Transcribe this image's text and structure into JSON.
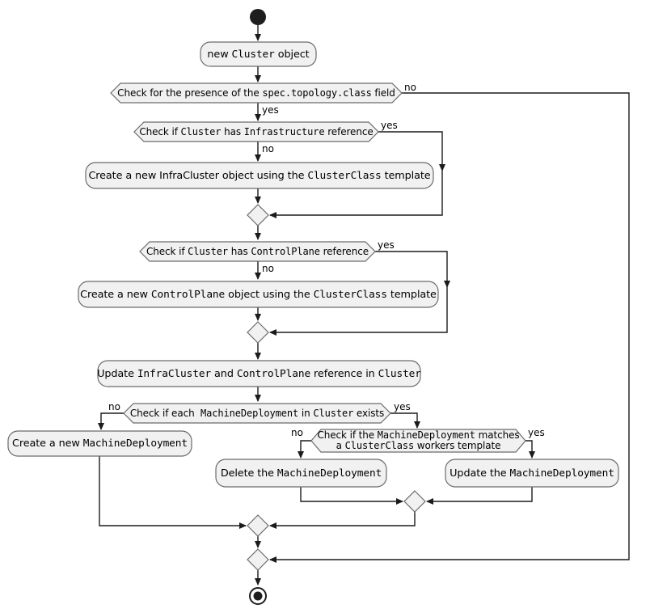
{
  "palette": {
    "background": "#ffffff",
    "node_fill": "#f1f1f1",
    "node_border": "#6b6b6b",
    "line": "#1b1b1b",
    "text": "#000000"
  },
  "nodes": {
    "new_cluster": {
      "segs": [
        {
          "t": "new "
        },
        {
          "t": "Cluster",
          "mono": true
        },
        {
          "t": " object"
        }
      ]
    },
    "create_infra": {
      "segs": [
        {
          "t": "Create a new InfraCluster object using the "
        },
        {
          "t": "ClusterClass",
          "mono": true
        },
        {
          "t": " template"
        }
      ]
    },
    "create_cp": {
      "segs": [
        {
          "t": "Create a new "
        },
        {
          "t": "ControlPlane",
          "mono": true
        },
        {
          "t": " object using the "
        },
        {
          "t": "ClusterClass",
          "mono": true
        },
        {
          "t": " template"
        }
      ]
    },
    "update_refs": {
      "segs": [
        {
          "t": "Update "
        },
        {
          "t": "InfraCluster",
          "mono": true
        },
        {
          "t": " and "
        },
        {
          "t": "ControlPlane",
          "mono": true
        },
        {
          "t": " reference in "
        },
        {
          "t": "Cluster",
          "mono": true
        }
      ]
    },
    "create_md": {
      "segs": [
        {
          "t": "Create a new "
        },
        {
          "t": "MachineDeployment",
          "mono": true
        }
      ]
    },
    "delete_md": {
      "segs": [
        {
          "t": "Delete the "
        },
        {
          "t": "MachineDeployment",
          "mono": true
        }
      ]
    },
    "update_md": {
      "segs": [
        {
          "t": "Update the "
        },
        {
          "t": "MachineDeployment",
          "mono": true
        }
      ]
    }
  },
  "decisions": {
    "topology": {
      "segs": [
        {
          "t": "Check for the presence of the "
        },
        {
          "t": "spec.topology.class",
          "mono": true
        },
        {
          "t": " field"
        }
      ],
      "no": "no",
      "yes": "yes"
    },
    "infra_ref": {
      "segs": [
        {
          "t": "Check if "
        },
        {
          "t": "Cluster",
          "mono": true
        },
        {
          "t": " has "
        },
        {
          "t": "Infrastructure",
          "mono": true
        },
        {
          "t": " reference"
        }
      ],
      "yes": "yes",
      "no": "no"
    },
    "cp_ref": {
      "segs": [
        {
          "t": "Check if "
        },
        {
          "t": "Cluster",
          "mono": true
        },
        {
          "t": " has "
        },
        {
          "t": "ControlPlane",
          "mono": true
        },
        {
          "t": " reference"
        }
      ],
      "yes": "yes",
      "no": "no"
    },
    "md_exists": {
      "segs": [
        {
          "t": "Check if each  "
        },
        {
          "t": "MachineDeployment",
          "mono": true
        },
        {
          "t": " in "
        },
        {
          "t": "Cluster",
          "mono": true
        },
        {
          "t": " exists"
        }
      ],
      "no": "no",
      "yes": "yes"
    },
    "md_matches": {
      "line1": [
        {
          "t": "Check if the "
        },
        {
          "t": "MachineDeployment",
          "mono": true
        },
        {
          "t": " matches"
        }
      ],
      "line2": [
        {
          "t": "a "
        },
        {
          "t": "ClusterClass",
          "mono": true
        },
        {
          "t": " workers template"
        }
      ],
      "no": "no",
      "yes": "yes"
    }
  }
}
